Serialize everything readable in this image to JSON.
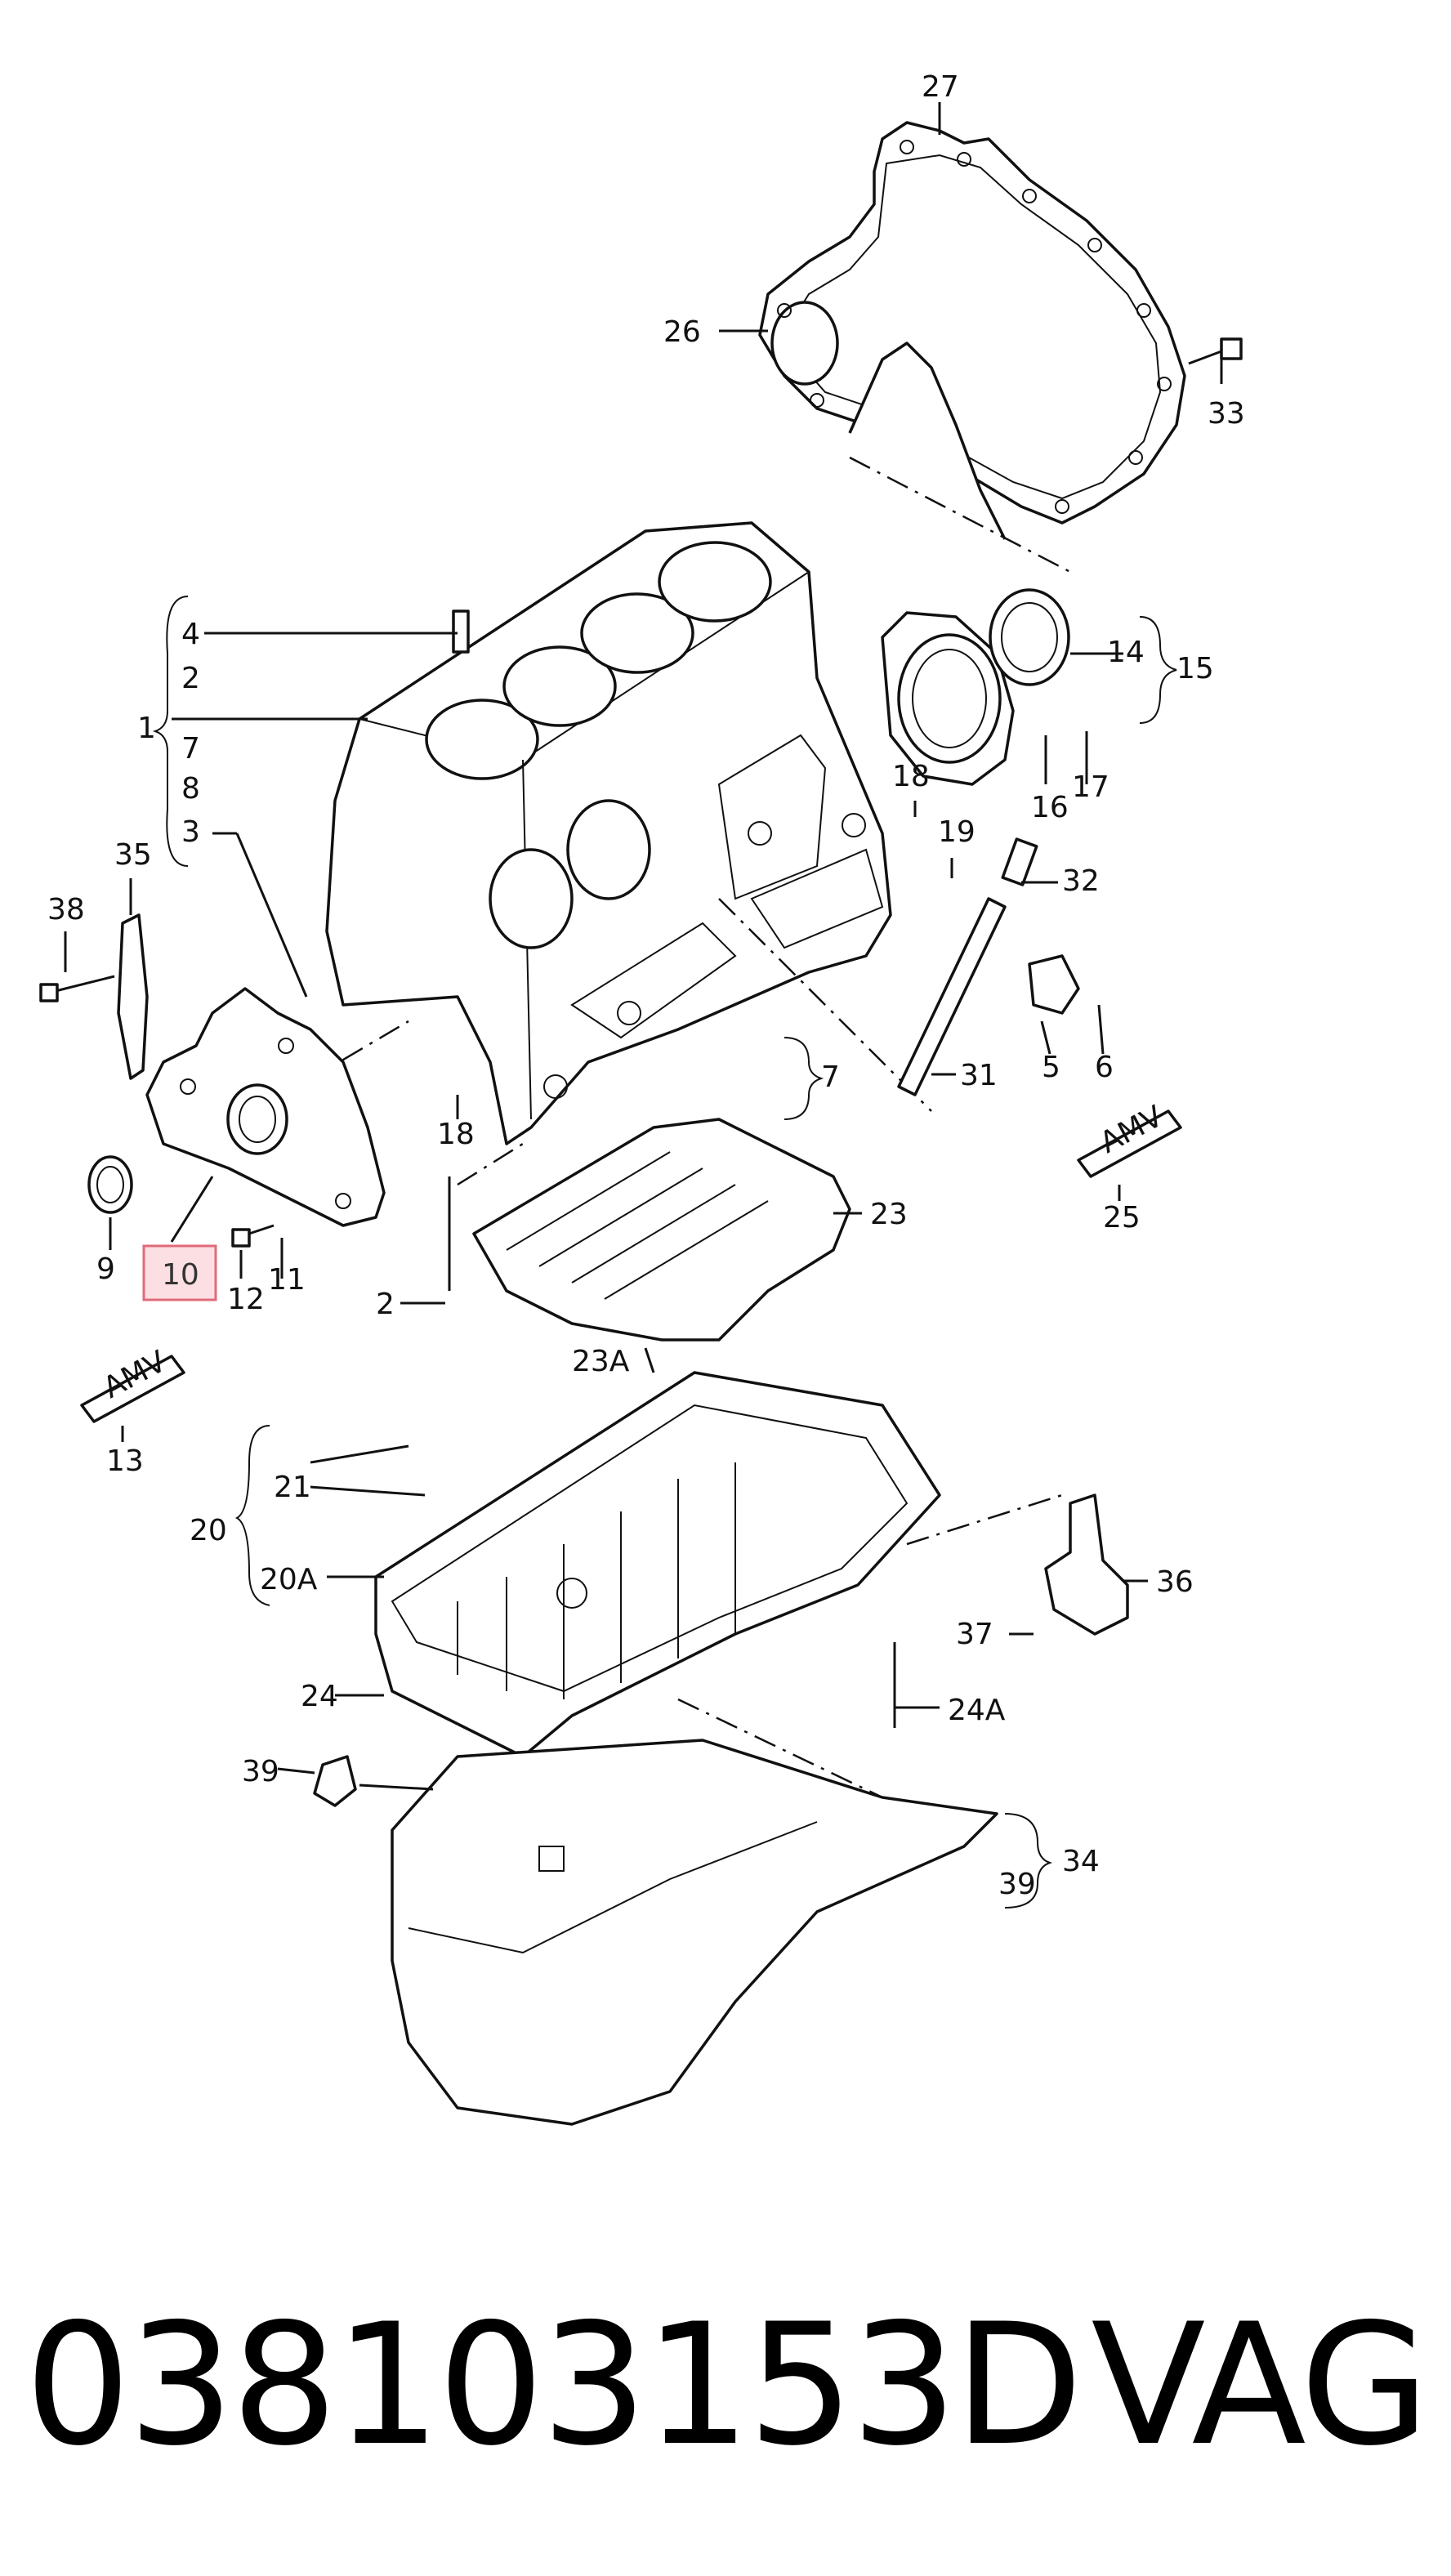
{
  "labels": {
    "l1": "1",
    "l2": "2",
    "l2b": "2",
    "l3": "3",
    "l4": "4",
    "l5": "5",
    "l6": "6",
    "l7": "7",
    "l7b": "7",
    "l8": "8",
    "l9": "9",
    "l10": "10",
    "l11": "11",
    "l12": "12",
    "l13": "13",
    "l14": "14",
    "l15": "15",
    "l16": "16",
    "l17": "17",
    "l18": "18",
    "l18b": "18",
    "l19": "19",
    "l20": "20",
    "l20A": "20A",
    "l21": "21",
    "l23": "23",
    "l23A": "23A",
    "l24": "24",
    "l24A": "24A",
    "l25": "25",
    "l26": "26",
    "l27": "27",
    "l31": "31",
    "l32": "32",
    "l33": "33",
    "l34": "34",
    "l35": "35",
    "l36": "36",
    "l37": "37",
    "l38": "38",
    "l39": "39",
    "l39b": "39"
  },
  "tube_text": {
    "t13": "AMV",
    "t25": "AMV"
  },
  "highlighted_part": "10",
  "highlight_color": "#fbdfe2",
  "caption": {
    "part_number": "038103153D",
    "brand": "VAG"
  }
}
